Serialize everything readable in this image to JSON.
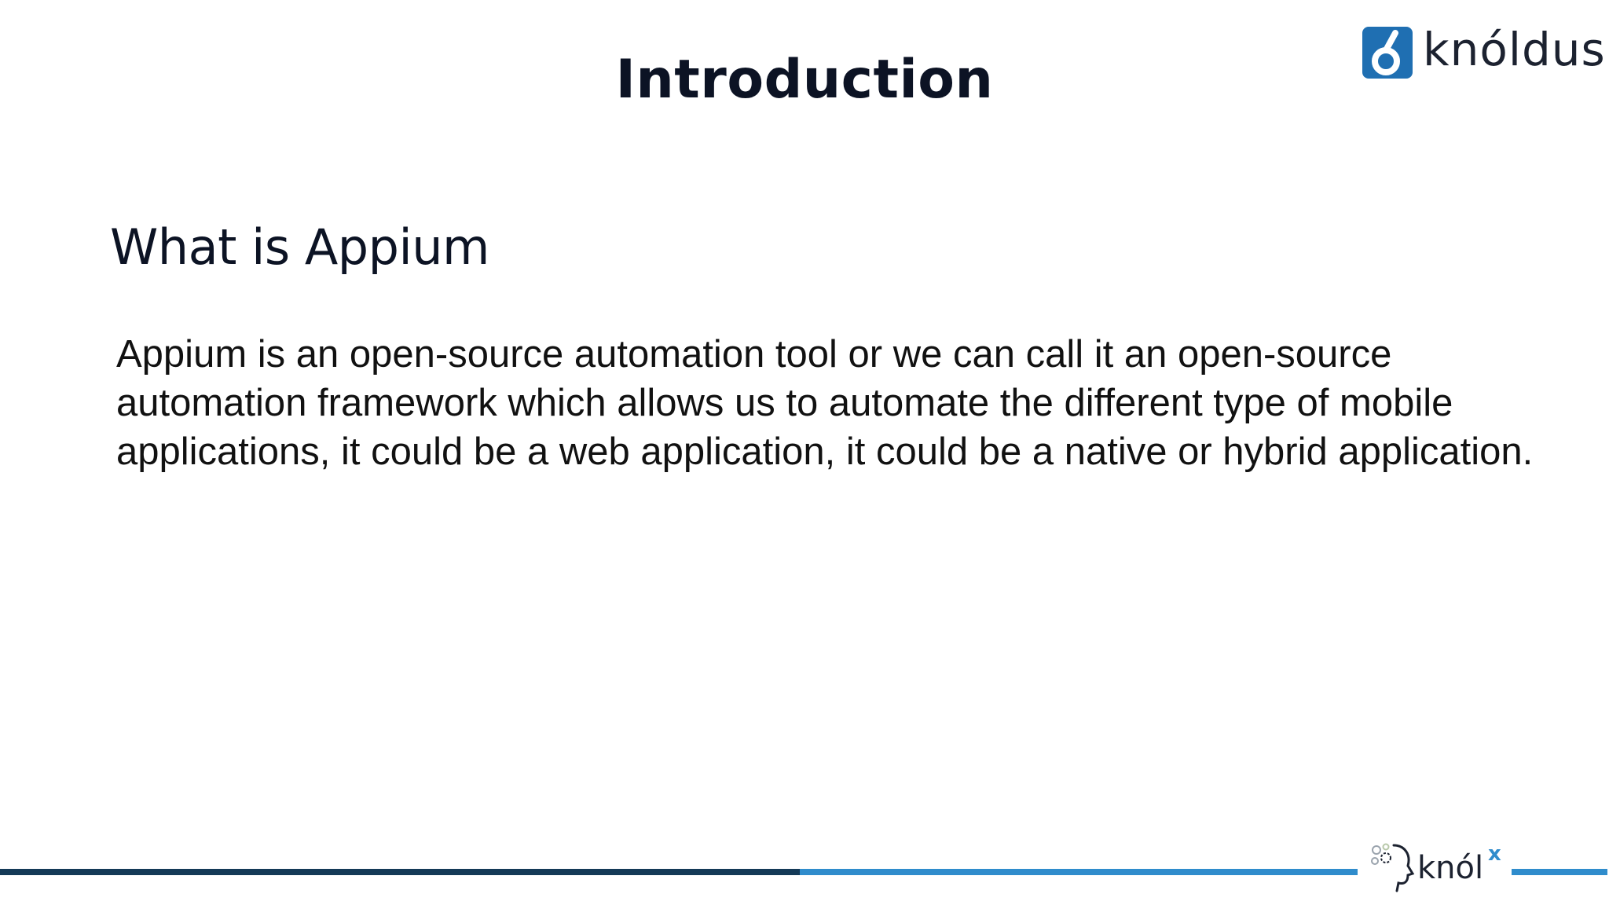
{
  "slide": {
    "title": "Introduction",
    "subtitle": "What is Appium",
    "body": "Appium is an open-source automation tool or we can call it an open-source automation framework which allows us to automate the different type of mobile applications, it could be a web application, it could be a native or hybrid application."
  },
  "brand": {
    "name": "knóldus",
    "icon": "knoldus-logo-icon",
    "color": "#1f6fb2"
  },
  "footer": {
    "logo_text": "knól",
    "logo_sup": "x",
    "dark_color": "#143a57",
    "light_color": "#2f8ccc",
    "sup_color": "#2f8ccc"
  }
}
